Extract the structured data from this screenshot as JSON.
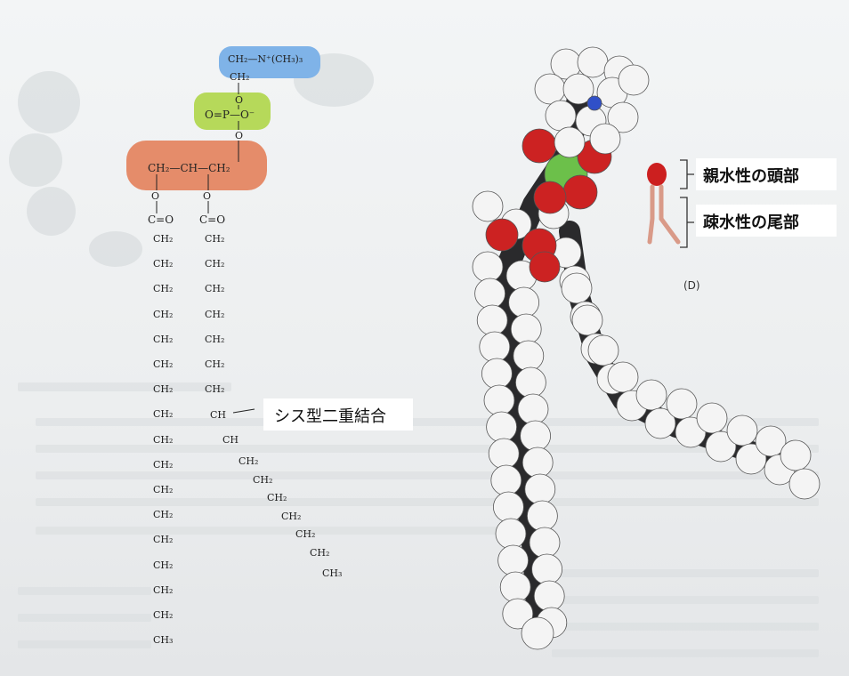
{
  "formula": {
    "choline": "CH₂—N⁺(CH₃)₃",
    "choline_ch2": "CH₂",
    "phosphate_o_top": "O",
    "phosphate": "O=P—O⁻",
    "phosphate_o_bottom": "O",
    "glycerol": "CH₂—CH—CH₂",
    "ester_o_left": "O",
    "ester_o_right": "O",
    "carbonyl_left": "C=O",
    "carbonyl_right": "C=O",
    "ch2": "CH₂",
    "ch": "CH",
    "ch3": "CH₃"
  },
  "labels": {
    "cis_double_bond": "シス型二重結合",
    "hydrophilic_head": "親水性の頭部",
    "hydrophobic_tail": "疎水性の尾部",
    "panel": "(D)"
  },
  "colors": {
    "choline_head": "#7fb3e8",
    "phosphate_head": "#b6d95a",
    "glycerol_head": "#e58c6a",
    "schematic_head": "#cc1f1f",
    "schematic_tail": "#d99a88",
    "atom_carbon": "#2a2a2c",
    "atom_hydrogen": "#f4f4f4",
    "atom_oxygen": "#cc2222",
    "atom_phosphorus": "#6cc04a",
    "atom_nitrogen": "#3050c8"
  }
}
